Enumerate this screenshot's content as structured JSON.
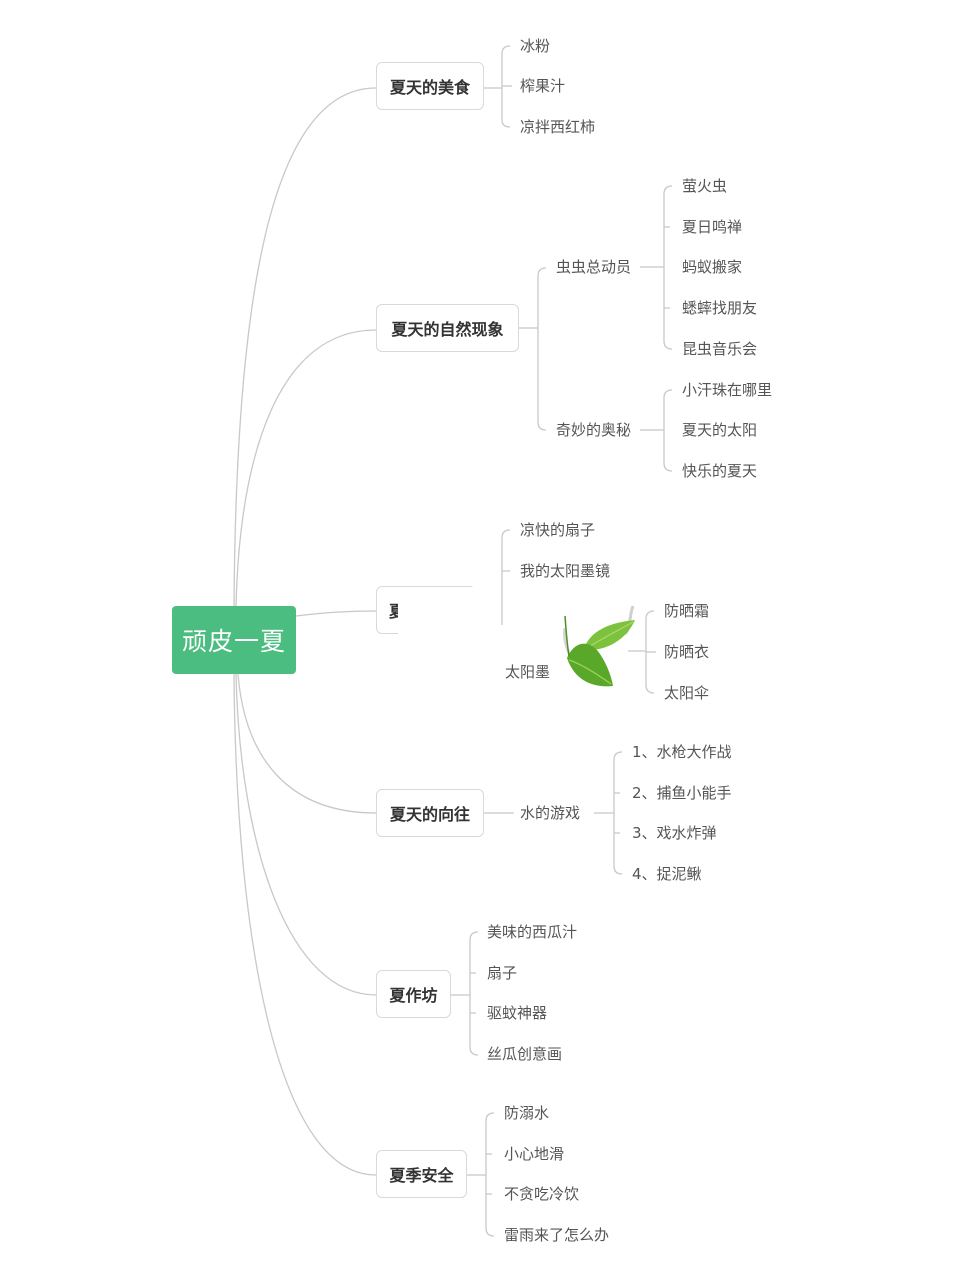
{
  "root": {
    "label": "顽皮一夏",
    "color": "#4cbd80"
  },
  "branches": [
    {
      "label": "夏天的美食",
      "children": [
        {
          "label": "冰粉"
        },
        {
          "label": "榨果汁"
        },
        {
          "label": "凉拌西红柿"
        }
      ]
    },
    {
      "label": "夏天的自然现象",
      "children": [
        {
          "label": "虫虫总动员",
          "children": [
            {
              "label": "萤火虫"
            },
            {
              "label": "夏日鸣禅"
            },
            {
              "label": "蚂蚁搬家"
            },
            {
              "label": "蟋蟀找朋友"
            },
            {
              "label": "昆虫音乐会"
            }
          ]
        },
        {
          "label": "奇妙的奥秘",
          "children": [
            {
              "label": "小汗珠在哪里"
            },
            {
              "label": "夏天的太阳"
            },
            {
              "label": "快乐的夏天"
            }
          ]
        }
      ]
    },
    {
      "label": "夏",
      "children": [
        {
          "label": "凉快的扇子"
        },
        {
          "label": "我的太阳墨镜"
        },
        {
          "label": "太阳墨"
        },
        {
          "label": "",
          "children": [
            {
              "label": "防晒霜"
            },
            {
              "label": "防晒衣"
            },
            {
              "label": "太阳伞"
            }
          ]
        }
      ]
    },
    {
      "label": "夏天的向往",
      "children": [
        {
          "label": "水的游戏",
          "children": [
            {
              "label": "1、水枪大作战"
            },
            {
              "label": "2、捕鱼小能手"
            },
            {
              "label": "3、戏水炸弹"
            },
            {
              "label": "4、捉泥鳅"
            }
          ]
        }
      ]
    },
    {
      "label": "夏作坊",
      "children": [
        {
          "label": "美味的西瓜汁"
        },
        {
          "label": "扇子"
        },
        {
          "label": "驱蚊神器"
        },
        {
          "label": "丝瓜创意画"
        }
      ]
    },
    {
      "label": "夏季安全",
      "children": [
        {
          "label": "防溺水"
        },
        {
          "label": "小心地滑"
        },
        {
          "label": "不贪吃冷饮"
        },
        {
          "label": "雷雨来了怎么办"
        }
      ]
    }
  ],
  "decorations": {
    "overlay": "leaf-sticker"
  }
}
